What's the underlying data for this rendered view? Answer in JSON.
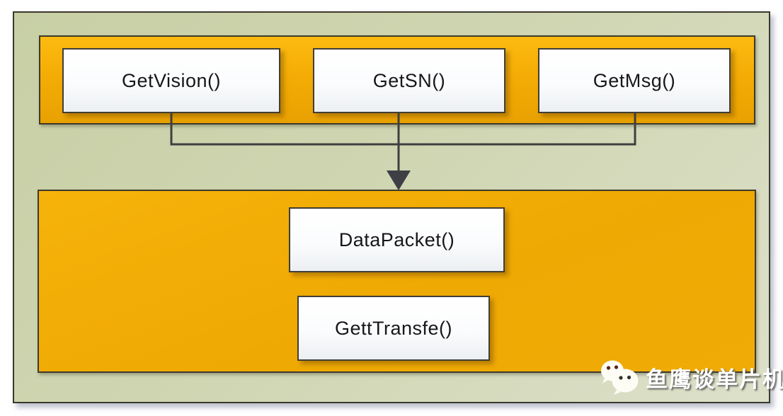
{
  "diagram": {
    "top_group": {
      "boxes": [
        {
          "label": "GetVision()"
        },
        {
          "label": "GetSN()"
        },
        {
          "label": "GetMsg()"
        }
      ]
    },
    "bottom_group": {
      "boxes": [
        {
          "label": "DataPacket()"
        },
        {
          "label": "GettTransfe()"
        }
      ]
    },
    "connector": {
      "type": "merge-arrow-down",
      "from_count": 3,
      "to": "bottom_group"
    },
    "colors": {
      "panel_green": "#cdd4ad",
      "amber_top": "#fdbb10",
      "amber_bottom": "#e8a101",
      "node_fill": "#f6f8fa",
      "node_border": "#403e36",
      "line": "#3f3f3f",
      "page_background": "#ffffff"
    }
  },
  "watermark": {
    "label": "鱼鹰谈单片机",
    "icon": "wechat-logo"
  }
}
